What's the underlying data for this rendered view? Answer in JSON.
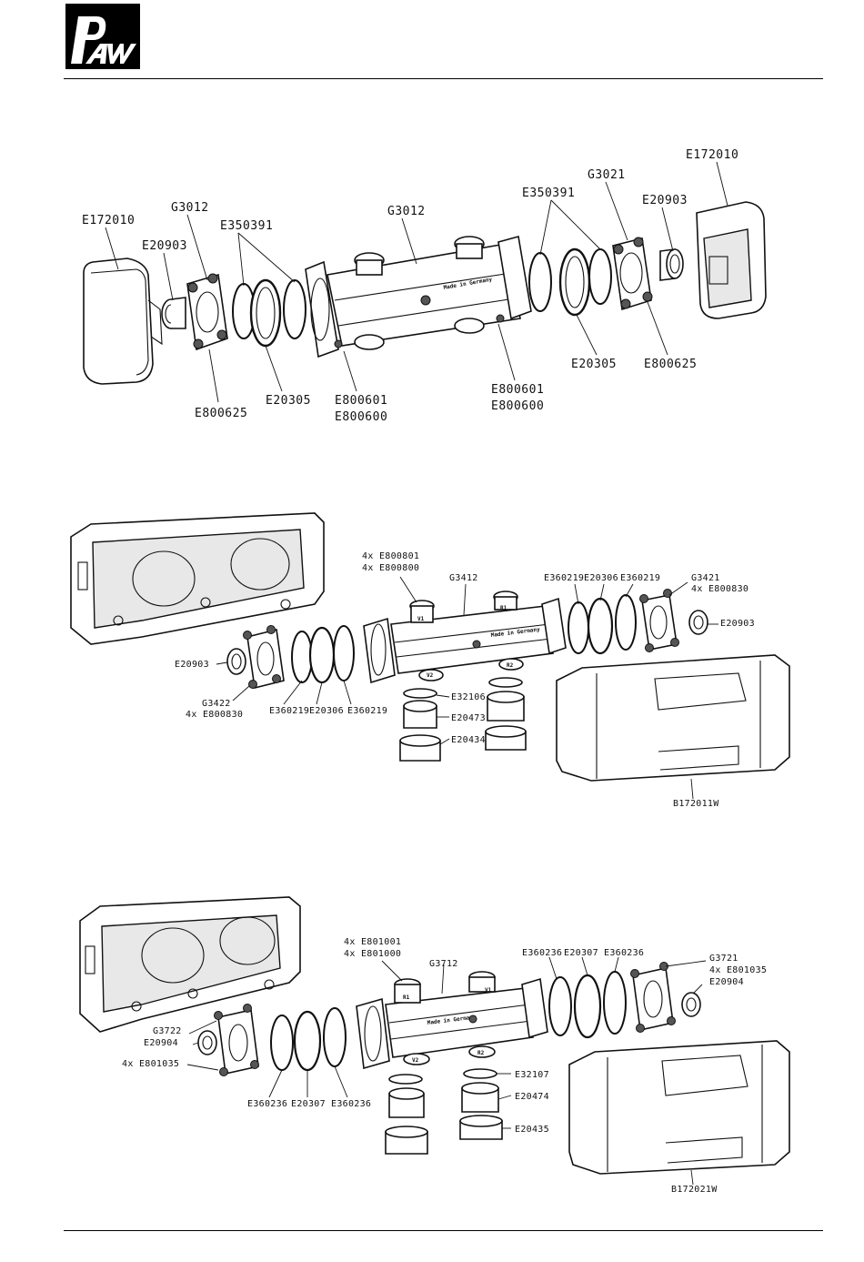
{
  "header": {
    "logo_text": "PAW"
  },
  "diagram_1": {
    "labels": {
      "housing_left": "E172010",
      "housing_right": "E172010",
      "plug_left": "E20903",
      "plug_right": "E20903",
      "flange_left": "G3012",
      "flange_right": "G3021",
      "body": "G3012",
      "oring_left": "E350391",
      "oring_right": "E350391",
      "ring_left": "E20305",
      "ring_right": "E20305",
      "screw_left": "E800625",
      "screw_right": "E800625",
      "screws_body_left_a": "E800601",
      "screws_body_left_b": "E800600",
      "screws_body_right_a": "E800601",
      "screws_body_right_b": "E800600",
      "body_marking": "Made in Germany"
    }
  },
  "diagram_2": {
    "labels": {
      "screws_top_a": "4x E800801",
      "screws_top_b": "4x E800800",
      "body": "G3412",
      "oring_r1": "E360219",
      "ring_r": "E20306",
      "oring_r2": "E360219",
      "flange_r": "G3421",
      "screws_r": "4x E800830",
      "plug_r": "E20903",
      "plug_l": "E20903",
      "flange_l": "G3422",
      "screws_l": "4x E800830",
      "oring_l1": "E360219",
      "ring_l": "E20306",
      "oring_l2": "E360219",
      "gasket": "E32106",
      "nipple": "E20473",
      "nut": "E20434",
      "insulation": "B172011W",
      "body_marking": "Made in Germany",
      "port_v1": "V1",
      "port_r1": "R1",
      "port_v2": "V2",
      "port_r2": "R2"
    }
  },
  "diagram_3": {
    "labels": {
      "screws_top_a": "4x E801001",
      "screws_top_b": "4x E801000",
      "body": "G3712",
      "oring_r1": "E360236",
      "ring_r": "E20307",
      "oring_r2": "E360236",
      "flange_r": "G3721",
      "screws_r": "4x E801035",
      "plug_r": "E20904",
      "flange_l": "G3722",
      "plug_l": "E20904",
      "screws_l": "4x E801035",
      "oring_l1": "E360236",
      "ring_l": "E20307",
      "oring_l2": "E360236",
      "gasket": "E32107",
      "nipple": "E20474",
      "nut": "E20435",
      "insulation": "B172021W",
      "body_marking": "Made in Germany",
      "port_r1": "R1",
      "port_v1": "V1",
      "port_v2": "V2",
      "port_r2": "R2"
    }
  }
}
